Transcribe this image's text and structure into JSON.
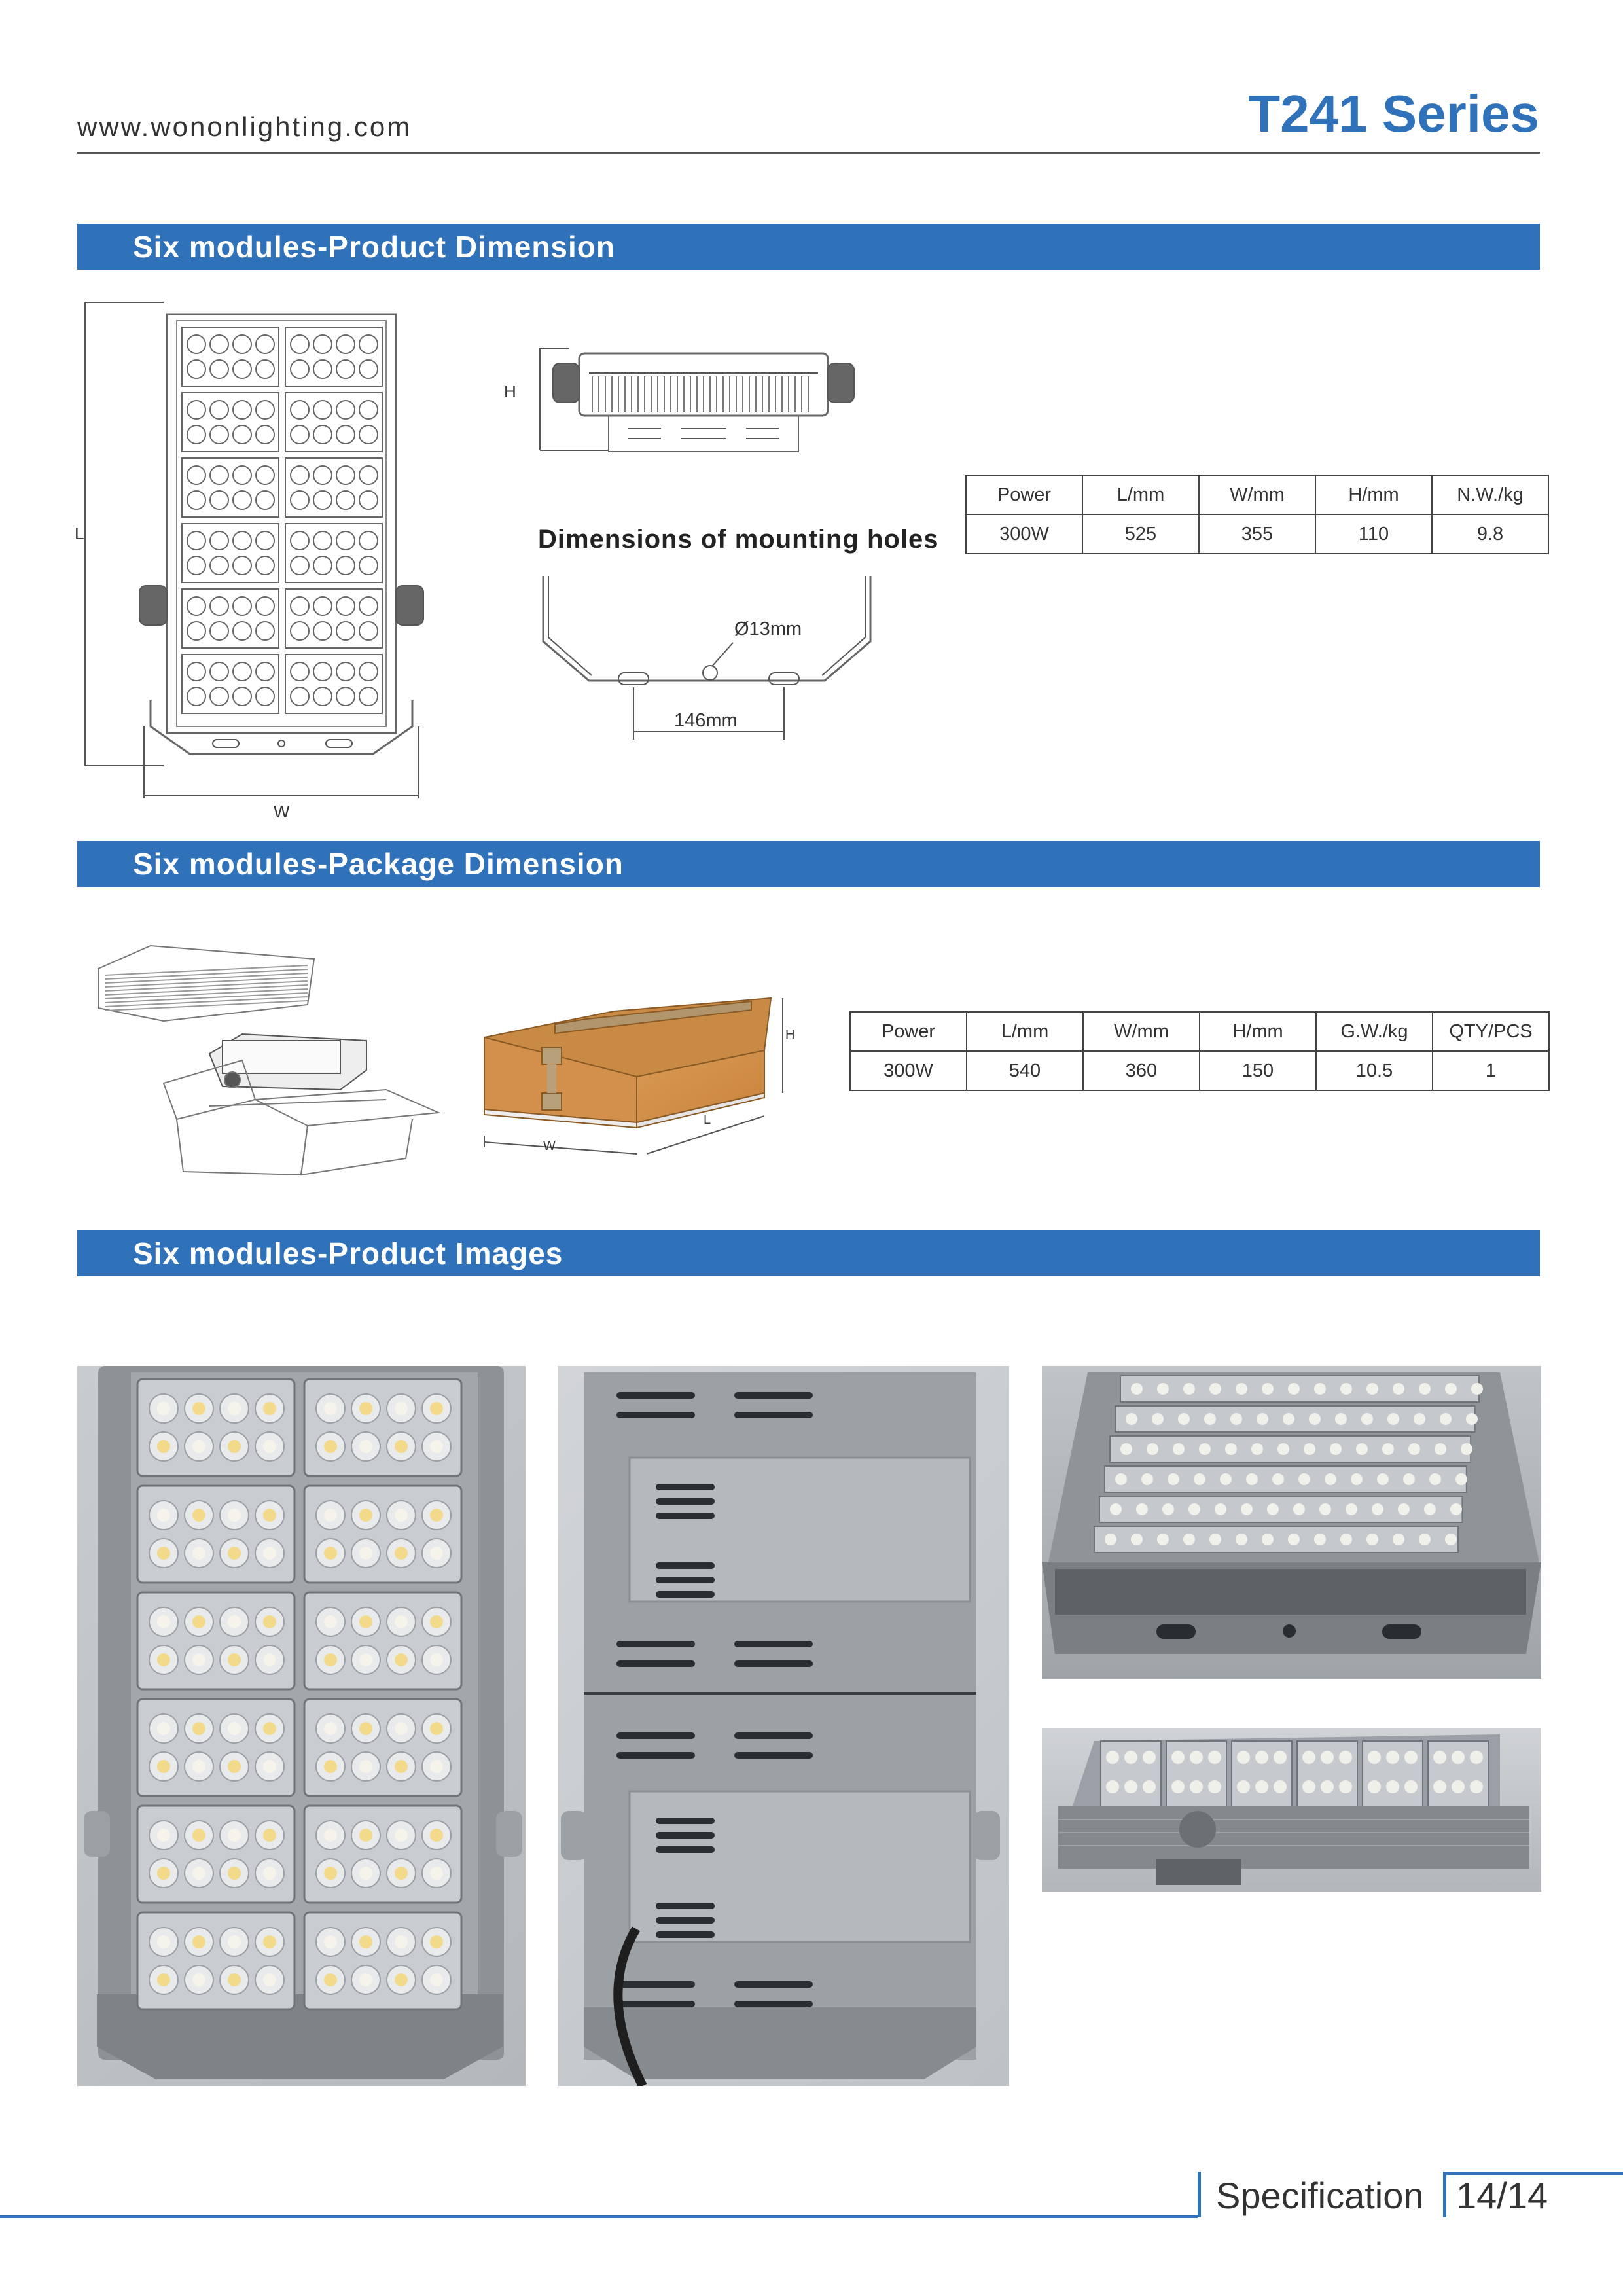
{
  "header": {
    "website": "www.wononlighting.com",
    "series": "T241 Series"
  },
  "sections": {
    "product_dimension": "Six modules-Product Dimension",
    "package_dimension": "Six modules-Package Dimension",
    "product_images": "Six modules-Product Images"
  },
  "product_drawing": {
    "label_l": "L",
    "label_w": "W",
    "label_h": "H",
    "mounting_caption": "Dimensions of mounting holes",
    "hole_diameter": "Ø13mm",
    "hole_spacing": "146mm"
  },
  "product_table": {
    "headers": [
      "Power",
      "L/mm",
      "W/mm",
      "H/mm",
      "N.W./kg"
    ],
    "row": [
      "300W",
      "525",
      "355",
      "110",
      "9.8"
    ]
  },
  "package_drawing": {
    "label_h": "H",
    "label_w": "W",
    "label_l": "L"
  },
  "package_table": {
    "headers": [
      "Power",
      "L/mm",
      "W/mm",
      "H/mm",
      "G.W./kg",
      "QTY/PCS"
    ],
    "row": [
      "300W",
      "540",
      "360",
      "150",
      "10.5",
      "1"
    ]
  },
  "footer": {
    "label": "Specification",
    "page": "14/14"
  }
}
